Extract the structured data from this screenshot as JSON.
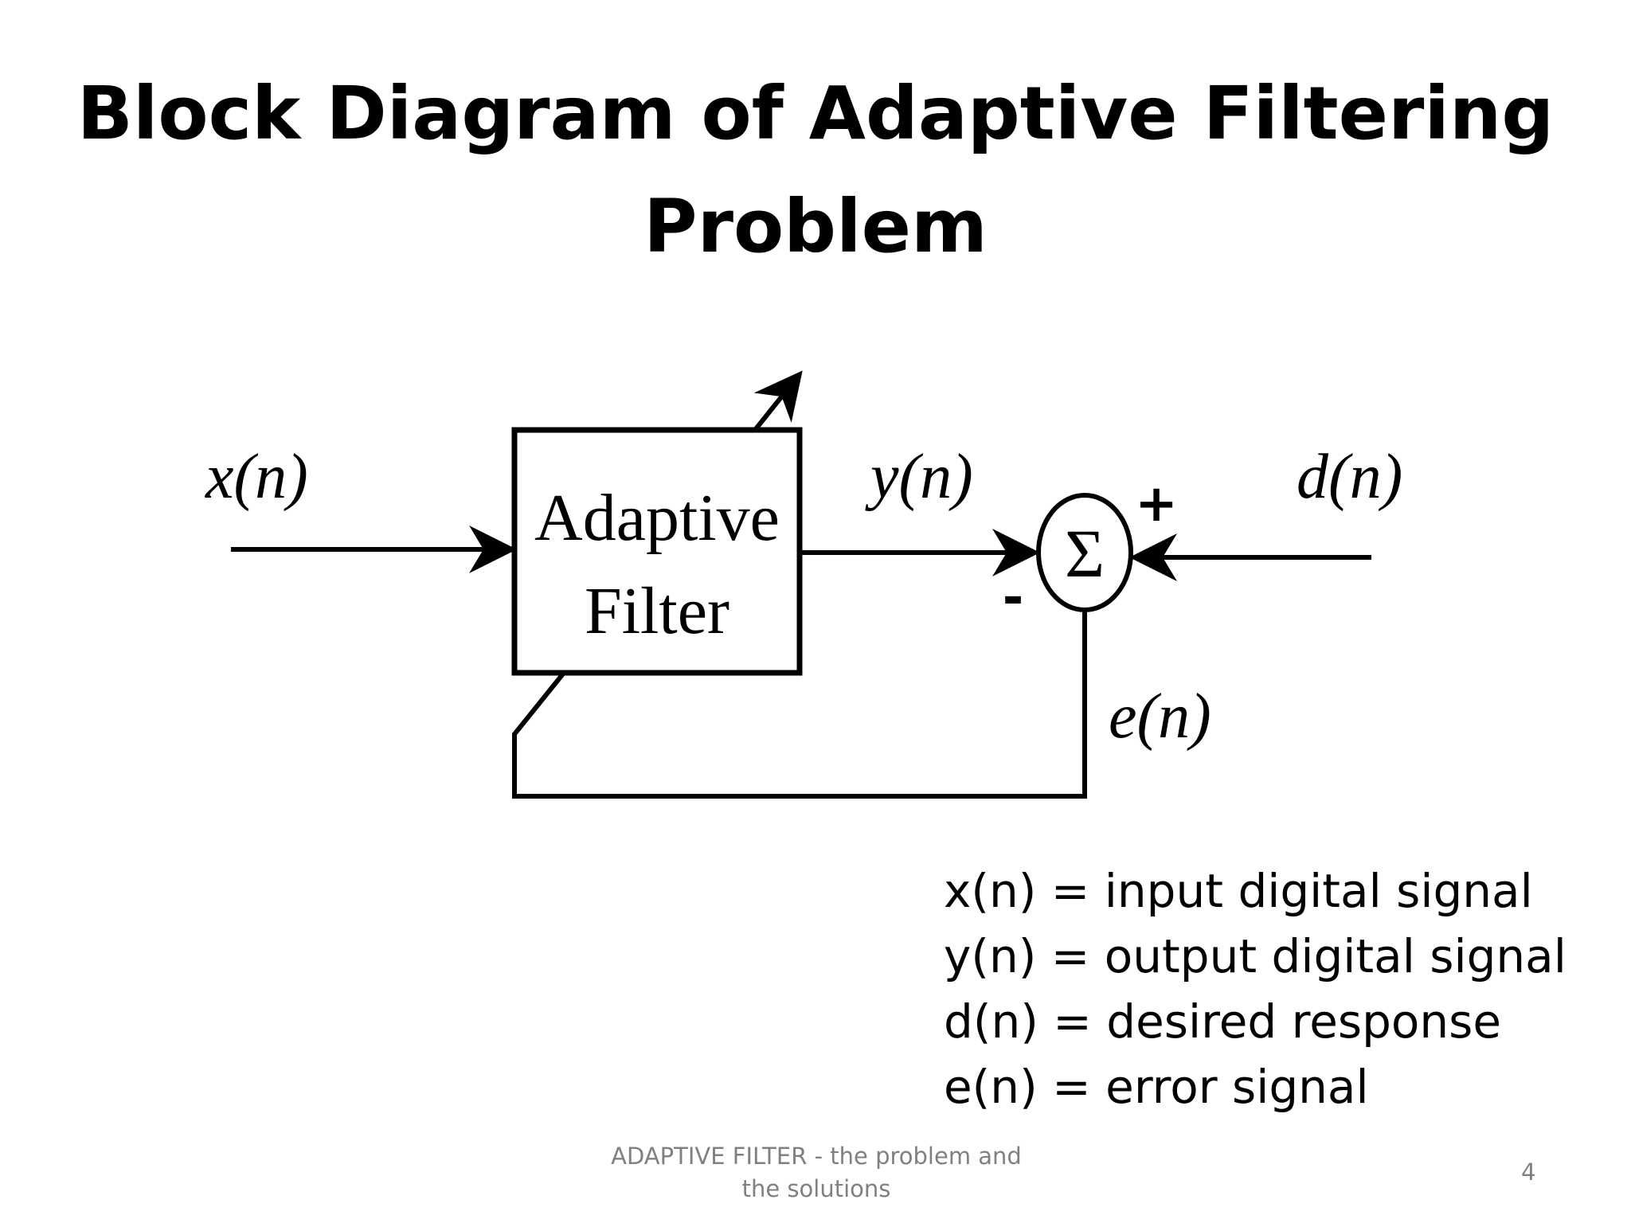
{
  "slide": {
    "title_line1": "Block Diagram of Adaptive Filtering",
    "title_line2": "Problem",
    "page_number": "4",
    "footer": "ADAPTIVE FILTER - the problem and the solutions"
  },
  "diagram": {
    "input_label": "x(n)",
    "output_label": "y(n)",
    "desired_label": "d(n)",
    "error_label": "e(n)",
    "filter_label_line1": "Adaptive",
    "filter_label_line2": "Filter",
    "sum_symbol": "Σ",
    "plus_sign": "+",
    "minus_sign": "-"
  },
  "legend": {
    "items": [
      "x(n) = input digital signal",
      "y(n) = output digital signal",
      "d(n) = desired response",
      "e(n) = error signal"
    ]
  }
}
